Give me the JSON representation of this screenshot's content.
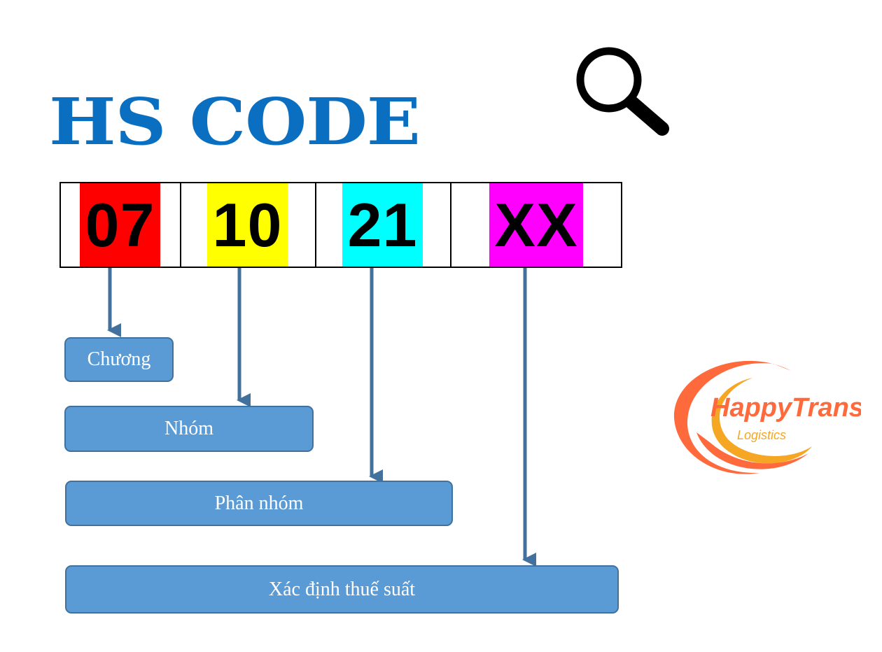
{
  "title": "HS CODE",
  "code_segments": [
    {
      "text": "07",
      "color": "#ff0000"
    },
    {
      "text": "10",
      "color": "#ffff00"
    },
    {
      "text": "21",
      "color": "#00ffff"
    },
    {
      "text": "XX",
      "color": "#ff00ff"
    }
  ],
  "labels": {
    "chuong": "Chương",
    "nhom": "Nhóm",
    "phan_nhom": "Phân nhóm",
    "thue_suat": "Xác định thuế suất"
  },
  "logo": {
    "name_part1": "Happy",
    "name_part2": "Trans",
    "tagline": "Logistics",
    "colors": {
      "orange": "#ff6a3d",
      "yellow": "#f5a623"
    }
  },
  "colors": {
    "title": "#0b6fc1",
    "box_fill": "#5b9bd5",
    "box_border": "#41719c",
    "arrow": "#41719c"
  }
}
